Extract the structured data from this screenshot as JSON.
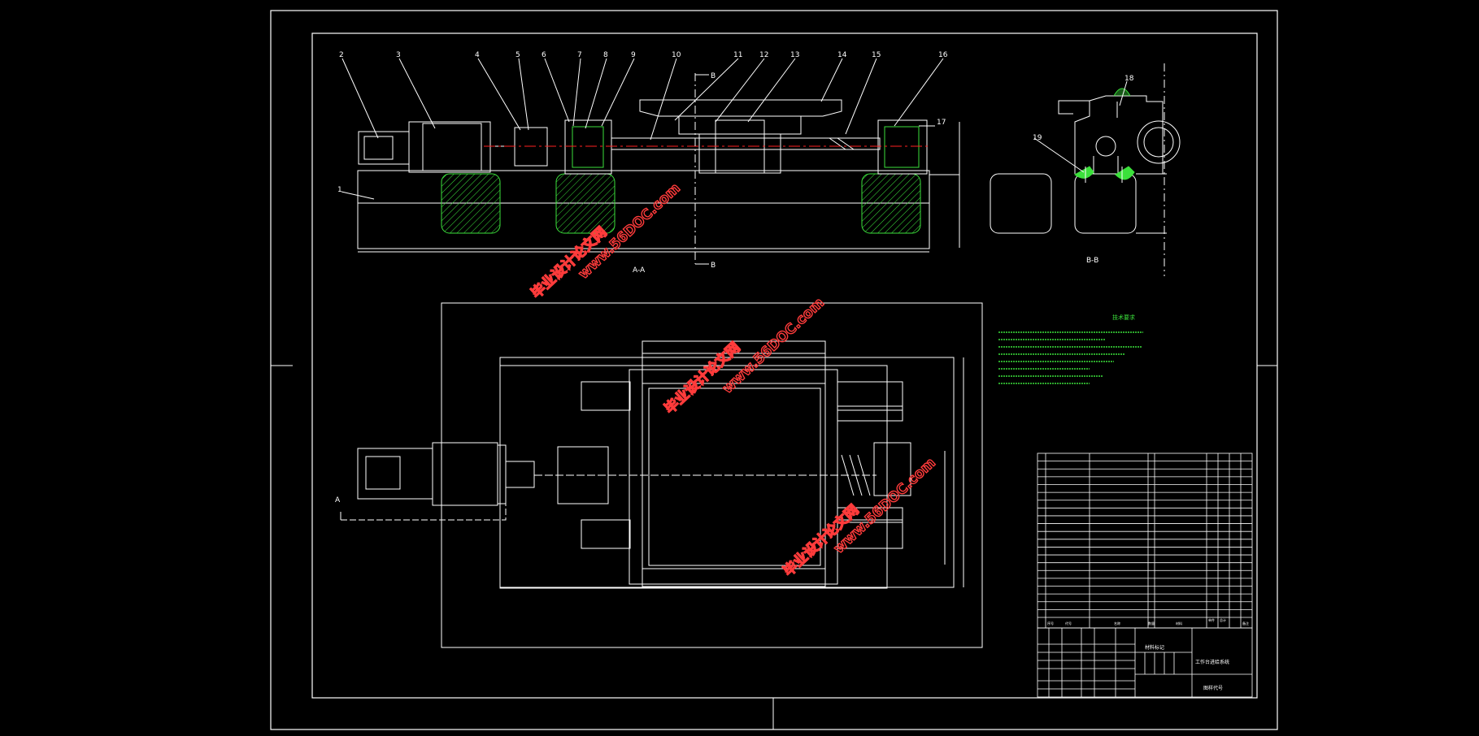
{
  "part_labels": [
    "1",
    "2",
    "3",
    "4",
    "5",
    "6",
    "7",
    "8",
    "9",
    "10",
    "11",
    "12",
    "13",
    "14",
    "15",
    "16",
    "17",
    "18",
    "19"
  ],
  "section_labels": {
    "aa": "A-A",
    "bb": "B-B",
    "b_top": "B",
    "b_bottom": "B",
    "a_marker": "A"
  },
  "technical_requirements": {
    "title": "技术要求"
  },
  "title_block": {
    "name": "材料标记",
    "drawing_title": "工作台进给系统",
    "drawing_number": "图样代号"
  },
  "bom_header": {
    "col_seq": "序号",
    "col_code": "代号",
    "col_name": "名称",
    "col_qty": "数量",
    "col_material": "材料",
    "col_weight": "单件",
    "col_total": "总计",
    "col_note": "备注"
  },
  "watermarks": {
    "line1": "毕业设计论文网",
    "line2": "www.56DOC.com"
  },
  "colors": {
    "line": "#ffffff",
    "center_line": "#ff2020",
    "hatch": "#3be03b",
    "watermark": "#ff3b3b"
  }
}
